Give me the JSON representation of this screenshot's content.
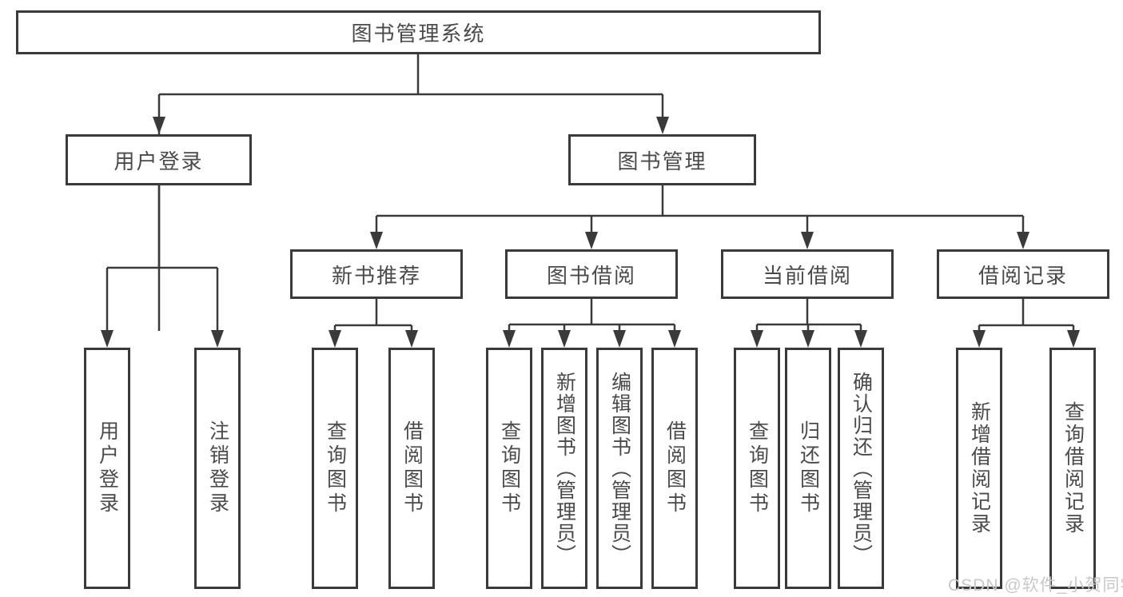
{
  "diagram": {
    "root": {
      "label": "图书管理系统"
    },
    "level2": {
      "user_login": {
        "label": "用户登录"
      },
      "book_management": {
        "label": "图书管理"
      }
    },
    "level3": {
      "new_book_recommend": {
        "label": "新书推荐"
      },
      "book_borrow": {
        "label": "图书借阅"
      },
      "current_borrow": {
        "label": "当前借阅"
      },
      "borrow_records": {
        "label": "借阅记录"
      }
    },
    "leaves": [
      {
        "label": "用户登录"
      },
      {
        "label": "注销登录"
      },
      {
        "label": "查询图书"
      },
      {
        "label": "借阅图书"
      },
      {
        "label": "查询图书"
      },
      {
        "label": "新增图书（管理员）"
      },
      {
        "label": "编辑图书（管理员）"
      },
      {
        "label": "借阅图书"
      },
      {
        "label": "查询图书"
      },
      {
        "label": "归还图书"
      },
      {
        "label": "确认归还（管理员）"
      },
      {
        "label": "新增借阅记录"
      },
      {
        "label": "查询借阅记录"
      }
    ]
  },
  "watermark": {
    "text": "CSDN @软件_小贺同学"
  },
  "colors": {
    "line": "#3a3a3a",
    "text": "#4a4a4a",
    "watermark": "#c8c8c8",
    "background": "#ffffff"
  }
}
